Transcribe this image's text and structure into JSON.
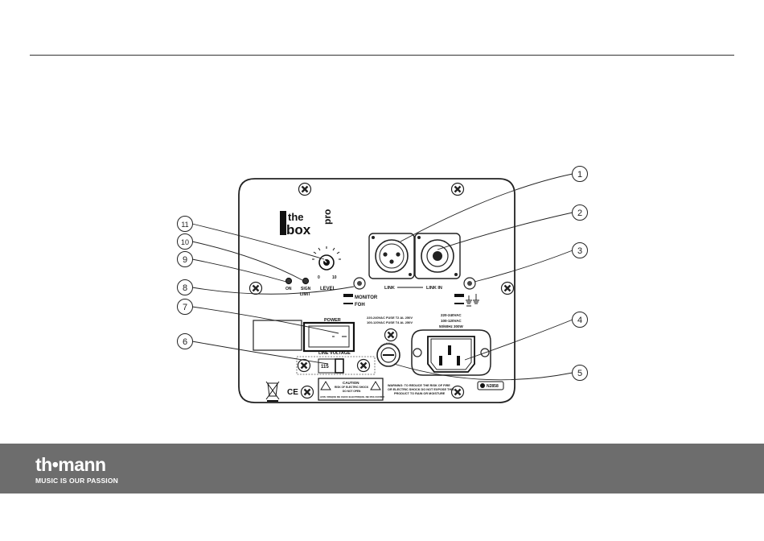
{
  "panel": {
    "logo": {
      "line1": "the",
      "line2": "box",
      "side": "pro"
    },
    "level": {
      "label": "LEVEL",
      "min": "0",
      "max": "10"
    },
    "on_label": "ON",
    "signal_label_1": "SIGN",
    "signal_label_2": "LIMIT",
    "monitor_label": "MONITOR",
    "foh_label": "FOH",
    "link_label": "LINK",
    "link_in_label": "LINK IN",
    "power_label": "POWER",
    "line_voltage_label": "LINE VOLTAGE",
    "voltage_selector_value": "115",
    "fuse_line1": "220-240VAC FUSE T2 AL 250V",
    "fuse_line2": "100-120VAC FUSE T4 AL 250V",
    "rating_line1": "220-240VAC",
    "rating_line2": "100-120VAC",
    "rating_line3": "50/60Hz 300W",
    "caution_title": "CAUTION",
    "caution_line1": "RISK OF ELECTRIC SHOCK",
    "caution_line2": "DO NOT OPEN",
    "caution_line3": "AVIS: RISQUE DE CHOC ELECTRIQUE, NE PAS OUVRIR",
    "warning_line1": "WARNING: TO REDUCE THE RISK OF FIRE",
    "warning_line2": "OR ELECTRIC SHOCK DO NOT EXPOSE THIS",
    "warning_line3": "PRODUCT TO RAIN OR MOISTURE",
    "ce_mark": "CE",
    "cert_mark": "N2858"
  },
  "callouts": [
    "1",
    "2",
    "3",
    "4",
    "5",
    "6",
    "7",
    "8",
    "9",
    "10",
    "11"
  ],
  "footer": {
    "brand": "th•mann",
    "tagline": "MUSIC IS OUR PASSION",
    "background": "#6d6d6d"
  }
}
